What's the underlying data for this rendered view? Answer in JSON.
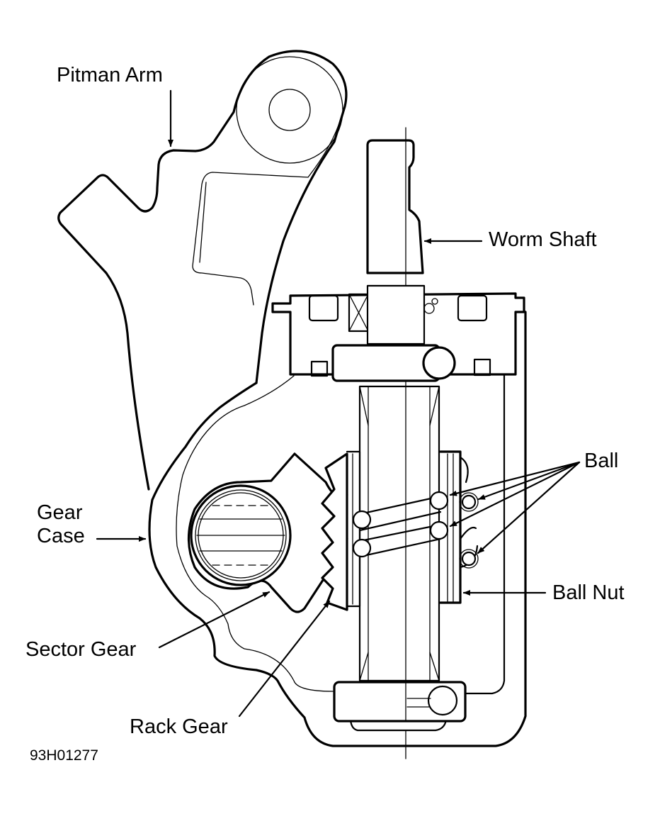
{
  "diagram": {
    "title": "Recirculating ball steering gear cross-section",
    "figure_code": "93H01277",
    "labels": {
      "pitman_arm": "Pitman Arm",
      "worm_shaft": "Worm Shaft",
      "ball": "Ball",
      "gear_case_line1": "Gear",
      "gear_case_line2": "Case",
      "ball_nut": "Ball Nut",
      "sector_gear": "Sector Gear",
      "rack_gear": "Rack Gear"
    },
    "colors": {
      "ink": "#000000",
      "paper": "#ffffff"
    }
  }
}
